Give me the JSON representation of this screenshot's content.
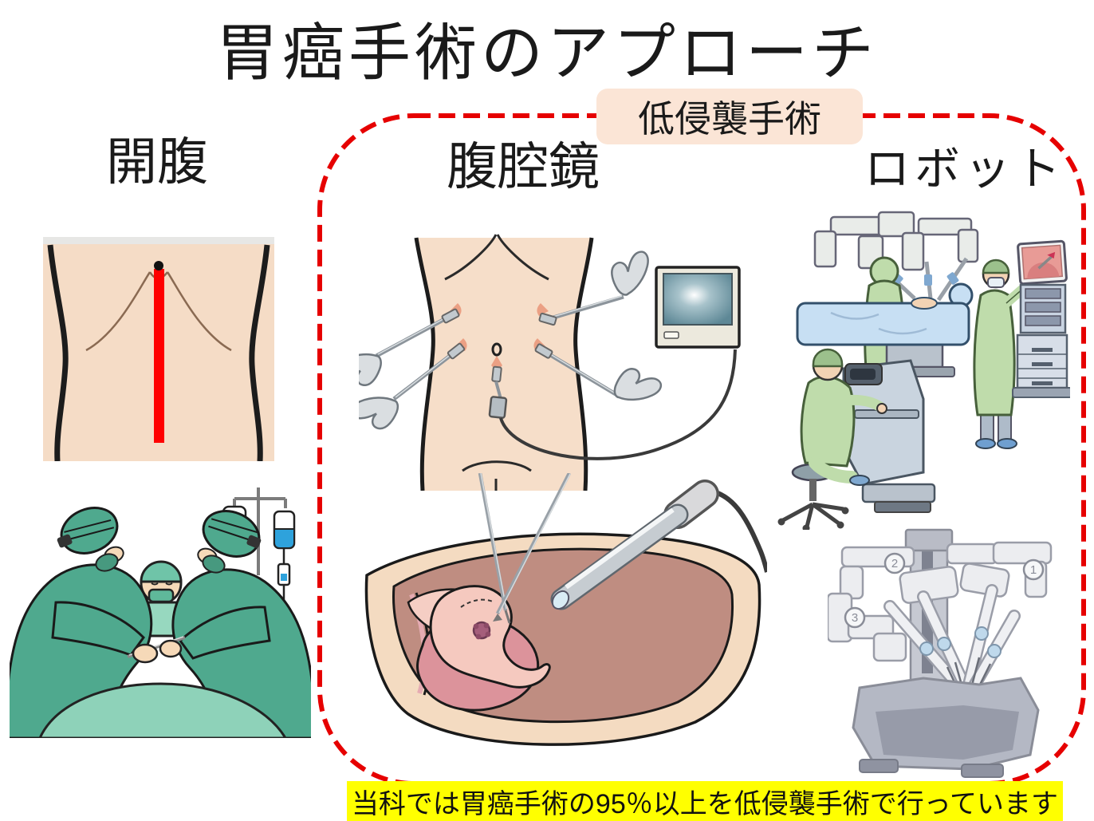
{
  "slide": {
    "title": "胃癌手術のアプローチ",
    "badge_label": "低侵襲手術",
    "columns": [
      {
        "id": "open",
        "label": "開腹"
      },
      {
        "id": "laparoscopic",
        "label": "腹腔鏡"
      },
      {
        "id": "robot",
        "label": "ロボット"
      }
    ],
    "footer_note": "当科では胃癌手術の95％以上を低侵襲手術で行っています",
    "robot_arm_labels": [
      "1",
      "2",
      "3"
    ],
    "colors": {
      "dashed_border_red": "#E60000",
      "badge_background": "#FBE5D6",
      "footer_highlight": "#FFFF00",
      "incision_red": "#FF0000",
      "open_scrub_teal": "#4FA98E",
      "robot_scrub_green": "#BFDCAB",
      "skin_tone": "#F5DCC6",
      "monitor_screen_blue": "#6E93A0"
    },
    "illustrations": {
      "open": [
        "abdomen-midline-incision-diagram",
        "open-surgery-team-clipart"
      ],
      "laparoscopic": [
        "port-placement-with-monitor-diagram",
        "intra-abdominal-view-diagram"
      ],
      "robot": [
        "robotic-or-room-clipart",
        "davinci-robot-cart-photo"
      ]
    }
  }
}
